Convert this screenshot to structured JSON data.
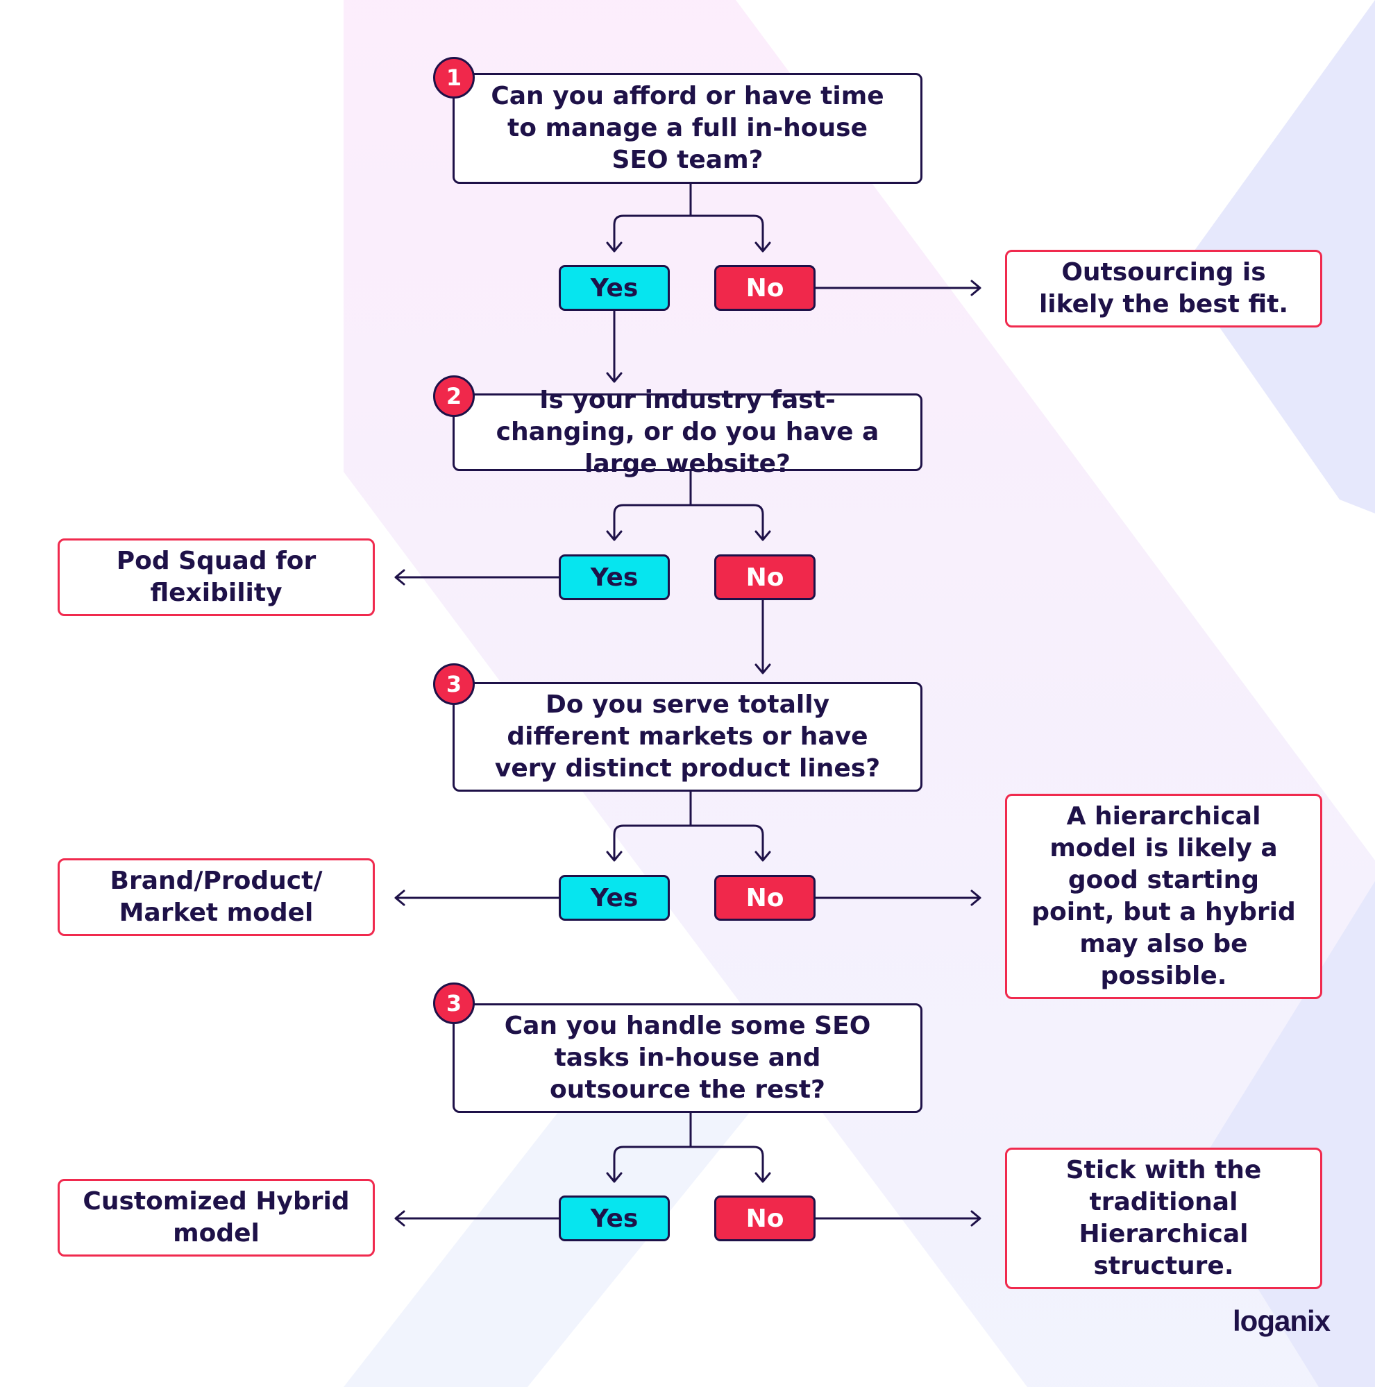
{
  "steps": [
    {
      "number": "1",
      "question": "Can you afford or have time to manage a full in-house SEO team?",
      "yes_label": "Yes",
      "no_label": "No",
      "no_outcome": "Outsourcing is likely the best fit."
    },
    {
      "number": "2",
      "question": "Is your industry fast-changing, or do you have a large website?",
      "yes_label": "Yes",
      "no_label": "No",
      "yes_outcome": "Pod Squad for flexibility"
    },
    {
      "number": "3",
      "question": "Do you serve totally different markets or have very distinct product lines?",
      "yes_label": "Yes",
      "no_label": "No",
      "yes_outcome": "Brand/Product/ Market model",
      "no_outcome": "A hierarchical model is likely a good starting point, but a hybrid may also be possible."
    },
    {
      "number": "3",
      "question": "Can you handle some SEO tasks in-house and outsource the rest?",
      "yes_label": "Yes",
      "no_label": "No",
      "yes_outcome": "Customized Hybrid model",
      "no_outcome": "Stick with the traditional Hierarchical structure."
    }
  ],
  "brand": {
    "logo_text": "loganix"
  },
  "colors": {
    "navy": "#1e1148",
    "red": "#f0284b",
    "cyan": "#06e5ef",
    "background_pink": "#fbeefa",
    "background_lavender": "#e5e6fb"
  }
}
